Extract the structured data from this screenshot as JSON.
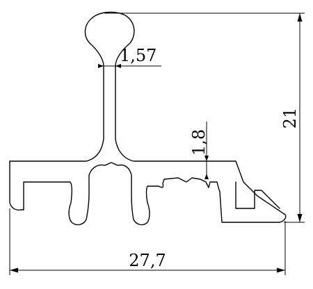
{
  "drawing": {
    "subject": "aluminium-profile-cross-section",
    "dimensions": {
      "overall_width": "27,7",
      "overall_height": "21",
      "stem_thickness": "1,57",
      "wall_thickness": "1,8"
    }
  }
}
